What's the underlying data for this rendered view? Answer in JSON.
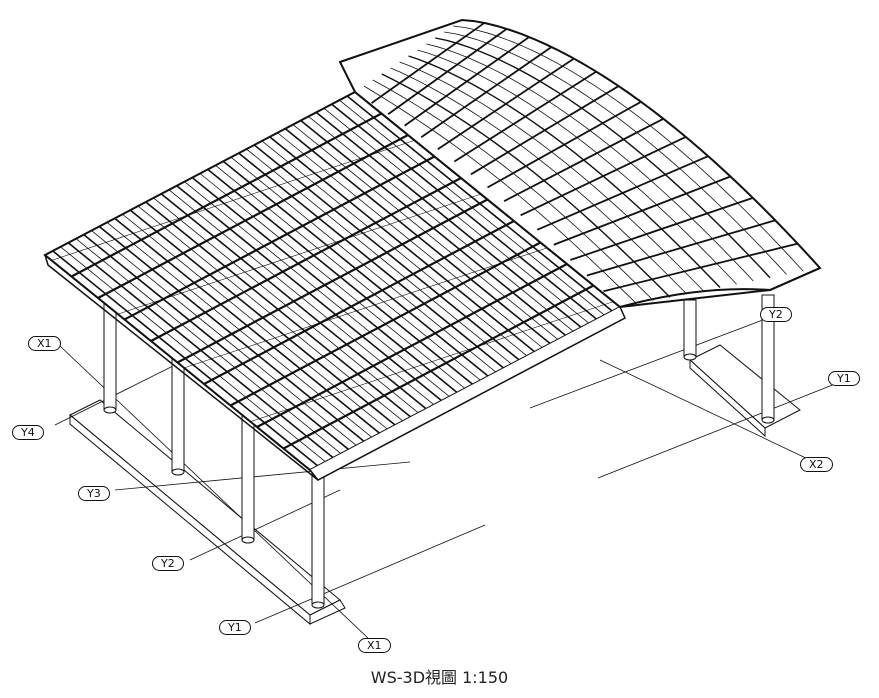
{
  "drawing": {
    "caption": "WS-3D視圖 1:150",
    "grid_labels": {
      "x1_left": "X1",
      "y4": "Y4",
      "y3": "Y3",
      "y2_left": "Y2",
      "y1_left": "Y1",
      "x1_bottom": "X1",
      "y2_right": "Y2",
      "y1_right": "Y1",
      "x2": "X2"
    },
    "line_color": "#111111"
  }
}
